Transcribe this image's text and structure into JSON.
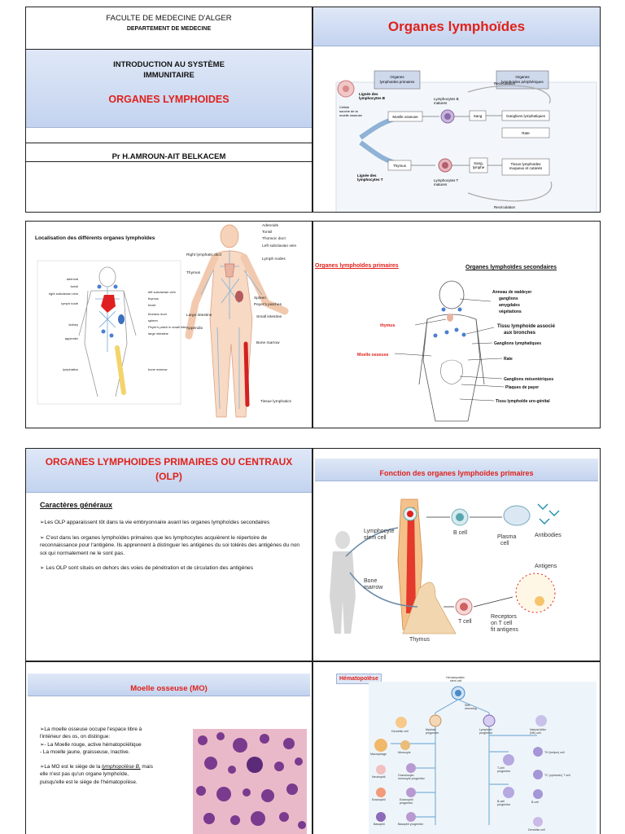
{
  "slide1": {
    "faculty": "FACULTE DE MEDECINE D'ALGER",
    "department": "DEPARTEMENT DE MEDECINE",
    "intro_line1": "INTRODUCTION AU SYSTÈME",
    "intro_line2": "IMMUNITAIRE",
    "topic": "ORGANES LYMPHOIDES",
    "author": "Pr H.AMROUN-AIT BELKACEM"
  },
  "slide2": {
    "title": "Organes lymphoïdes",
    "box_primary": "Organes lymphoïdes primaires",
    "box_peripheral": "Organes lymphoïdes périphériques",
    "stem_cell": "Cellule souche de la moelle osseuse",
    "lineage_b": "Lignée des lymphocytes B",
    "lineage_t": "Lignée des lymphocytes T",
    "bone_marrow": "Moelle osseuse",
    "thymus": "Thymus",
    "mature_b": "Lymphocytes B matures",
    "mature_t": "Lymphocytes T matures",
    "blood": "Sang",
    "blood_lymph": "Sang, lymphe",
    "lymph_nodes": "Ganglions lymphatiques",
    "spleen": "Rate",
    "mucosal": "Tissus lymphoïdes muqueux et cutanés",
    "recirc_top": "Recirculation",
    "recirc_bottom": "Recirculation"
  },
  "slide3": {
    "caption": "Localisation des différents organes lymphoïdes",
    "left_labels": [
      "adenoid",
      "tonsil",
      "right subclavian vein",
      "lymph node",
      "kidney",
      "appendix",
      "lymphatics"
    ],
    "right_labels": [
      "left subclavian vein",
      "thymus",
      "heart",
      "thoracic duct",
      "spleen",
      "Peyer's patch in small intestine",
      "large intestine",
      "bone marrow"
    ],
    "big_labels": [
      "Adenoids",
      "Tonsil",
      "Thoracic duct",
      "Left subclavian vein",
      "Lymph nodes",
      "Right lymphatic duct",
      "Thymus",
      "Spleen",
      "Peyer's patches",
      "Small intestine",
      "Large intestine",
      "Appendix",
      "Bone marrow",
      "Tissue lymphatics"
    ]
  },
  "slide4": {
    "primary_title": "Organes lymphoïdes primaires",
    "secondary_title": "Organes lymphoïdes secondaires",
    "thymus": "thymus",
    "marrow": "Moelle osseuse",
    "ring_title": "Anneau de waldeyer",
    "ring_items": [
      "ganglions",
      "amygdales",
      "végétations"
    ],
    "bronchi_line1": "Tissu lymphoide associé",
    "bronchi_line2": "aux bronches",
    "lymph_nodes": "Ganglions lymphatiques",
    "spleen": "Rate",
    "mesenteric": "Ganglions mésentériques",
    "peyer": "Plaques de payer",
    "urogenital": "Tissu lymphoïde uro-génital"
  },
  "slide5": {
    "title_line1": "ORGANES LYMPHOIDES PRIMAIRES OU CENTRAUX",
    "title_line2": "(OLP)",
    "subtitle": "Caractères généraux",
    "bullet1": "➢Les OLP apparaissent tôt dans la vie embryonnaire avant les organes lymphoïdes secondaires",
    "bullet2": "➢ C'est dans les organes lymphoïdes primaires que les lymphocytes acquièrent le répertoire de reconnaissance pour l'antigène. Ils apprennent à distinguer les antigènes du soi tolérés des antigènes du non soi qui normalement ne le sont pas.",
    "bullet3": "➢ Les OLP sont situés en dehors des voies de pénétration et de circulation des antigènes"
  },
  "slide6": {
    "title": "Fonction des organes lymphoïdes primaires",
    "stem": "Lymphocyte stem cell",
    "marrow": "Bone marrow",
    "b_cell": "B cell",
    "plasma": "Plasma cell",
    "antibodies": "Antibodies",
    "antigens": "Antigens",
    "thymus": "Thymus",
    "t_cell": "T cell",
    "receptors": "Receptors on T cell fit antigens"
  },
  "slide7": {
    "title": "Moelle osseuse (MO)",
    "p1_line1": "➢La moelle osseuse occupe l'espace   libre à",
    "p1_line2": "l'intérieur des os, on distingue:",
    "p1_line3": "➢- La Moelle rouge, active hématopoïétique",
    "p1_line4": "- La moelle jaune, graisseuse, inactive.",
    "p2_start": "➢La MO est le siège de la ",
    "p2_italic": "lymphopoïèse B,",
    "p2_end": " mais",
    "p2_line2": "elle n'est pas qu'un organe lymphoïde,",
    "p2_line3": "puisqu'elle est le siège de l'hématopoïèse."
  },
  "slide8": {
    "title": "Hématopoïèse",
    "stem": "Hematopoietic stem cell",
    "self_renewing": "Self-renewing",
    "myeloid": "Myeloid progenitor",
    "lymphoid": "Lymphoid progenitor",
    "dendritic": "Dendritic cell",
    "nk": "Natural killer (NK) cell",
    "macrophage": "Macrophage",
    "monocyte": "Monocyte",
    "neutrophil": "Neutrophil",
    "gran_mono": "Granulocyte-monocyte progenitor",
    "eosinophil": "Eosinophil",
    "eos_prog": "Eosinophil progenitor",
    "basophil": "Basophil",
    "baso_prog": "Basophil progenitor",
    "t_prog": "T-cell progenitor",
    "th": "TH (helper) cell",
    "tc": "TC (cytotoxic) T cell",
    "b_prog": "B-cell progenitor",
    "b_cell": "B cell",
    "dendritic2": "Dendritic cell"
  },
  "colors": {
    "red": "#e0211b",
    "band": "#c3d3ef",
    "border": "#222222"
  }
}
